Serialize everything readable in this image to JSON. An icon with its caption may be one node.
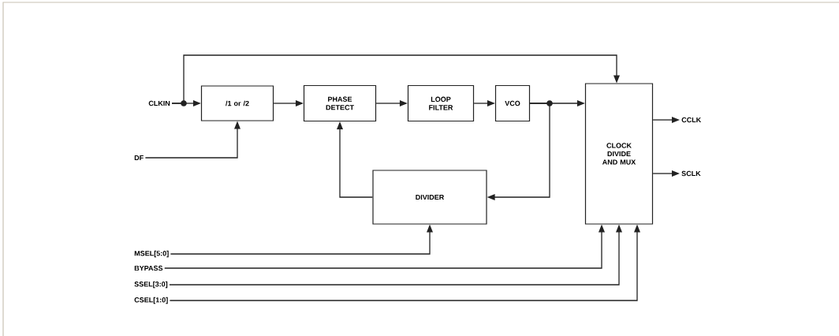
{
  "diagram": {
    "nodes": [
      {
        "text": [
          "CLKIN"
        ]
      },
      {
        "text": [
          "/1 or /2"
        ]
      },
      {
        "text": [
          "PHASE DETECT"
        ]
      },
      {
        "text": [
          "LOOP FILTER"
        ]
      },
      {
        "text": [
          "VCO"
        ]
      },
      {
        "text": [
          "CLOCK DIVIDE AND MUX"
        ]
      },
      {
        "text": [
          "CCLK"
        ]
      },
      {
        "text": [
          "DF"
        ]
      },
      {
        "text": [
          "SCLK"
        ]
      },
      {
        "text": [
          "DIVIDER"
        ]
      },
      {
        "text": [
          "MSEL[5:0]"
        ]
      },
      {
        "text": [
          "BYPASS"
        ]
      },
      {
        "text": [
          "SSEL[3:0]"
        ]
      },
      {
        "text": [
          "CSEL[1:0]"
        ]
      }
    ],
    "edges": [
      {
        "from": 0,
        "to": 1,
        "arrow": "to"
      },
      {
        "from": 0,
        "to": 5,
        "arrow": "to"
      },
      {
        "from": 7,
        "to": 1,
        "arrow": "to"
      },
      {
        "from": 1,
        "to": 2,
        "arrow": "to"
      },
      {
        "from": 2,
        "to": 3,
        "arrow": "to"
      },
      {
        "from": 3,
        "to": 4,
        "arrow": "to"
      },
      {
        "from": 4,
        "to": 5,
        "arrow": "to"
      },
      {
        "from": 4,
        "to": 9,
        "arrow": "to"
      },
      {
        "from": 9,
        "to": 2,
        "arrow": "to"
      },
      {
        "from": 10,
        "to": 9,
        "arrow": "to"
      },
      {
        "from": 11,
        "to": 5,
        "arrow": "to"
      },
      {
        "from": 12,
        "to": 5,
        "arrow": "to"
      },
      {
        "from": 13,
        "to": 5,
        "arrow": "to"
      },
      {
        "from": 5,
        "to": 6,
        "arrow": "to"
      },
      {
        "from": 5,
        "to": 8,
        "arrow": "to"
      }
    ]
  }
}
